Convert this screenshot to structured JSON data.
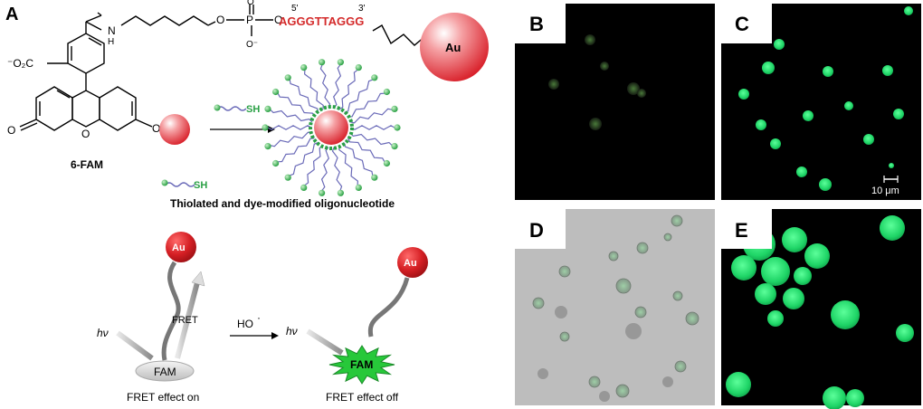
{
  "panels": {
    "A": "A",
    "B": "B",
    "C": "C",
    "D": "D",
    "E": "E"
  },
  "chem": {
    "carboxylate": "⁻O₂C",
    "nh": "N",
    "h": "H",
    "o_ring": "O",
    "o_ketone": "O",
    "o_minus": "O⁻",
    "o_link1": "O",
    "p": "P",
    "o_top": "O",
    "o_bottom": "O⁻",
    "o_link2": "O",
    "five_prime": "5'",
    "three_prime": "3'",
    "sequence": "AGGGTTAGGG",
    "au": "Au",
    "fam_name": "6-FAM",
    "sh1": "SH",
    "sh2": "SH",
    "caption": "Thiolated and dye-modified  oligonucleotide"
  },
  "fret": {
    "au_on": "Au",
    "au_off": "Au",
    "hv1": "hν",
    "hv2": "hν",
    "fret": "FRET",
    "fam_on": "FAM",
    "fam_off": "FAM",
    "ho": "HO",
    "ho_dot": "·",
    "on_caption": "FRET effect on",
    "off_caption": "FRET effect off"
  },
  "scale_bar": "10 μm",
  "colors": {
    "sequence_red": "#d42a2a",
    "thiol_green": "#2aa045",
    "fluor_green": "#1fd06a",
    "gold_red": "#e0282e"
  }
}
